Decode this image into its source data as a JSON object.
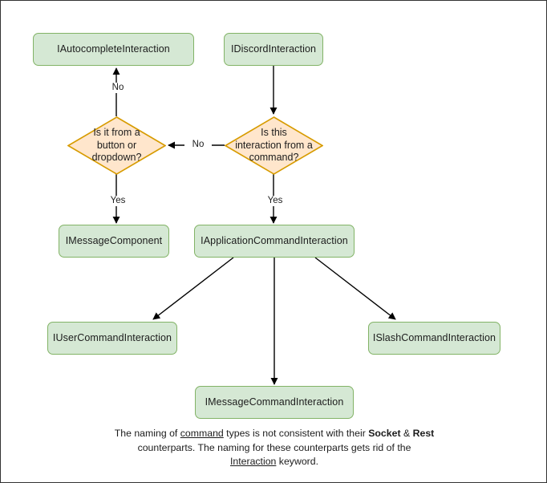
{
  "diagram": {
    "title": "Discord interaction type hierarchy flowchart",
    "colors": {
      "box_fill": "#d5e8d4",
      "box_stroke": "#82b366",
      "diamond_fill": "#ffe6cc",
      "diamond_stroke": "#d79b00",
      "edge_stroke": "#000000",
      "text": "#1c1c1c",
      "frame": "#333333",
      "background": "#ffffff"
    },
    "nodes": [
      {
        "id": "autocomplete",
        "shape": "box",
        "label": "IAutocompleteInteraction"
      },
      {
        "id": "discord",
        "shape": "box",
        "label": "IDiscordInteraction"
      },
      {
        "id": "button_or_dropdown",
        "shape": "diamond",
        "label": "Is it from a\nbutton or\ndropdown?"
      },
      {
        "id": "from_command",
        "shape": "diamond",
        "label": "Is this\ninteraction from a\ncommand?"
      },
      {
        "id": "message_component",
        "shape": "box",
        "label": "IMessageComponent"
      },
      {
        "id": "application_command",
        "shape": "box",
        "label": "IApplicationCommandInteraction"
      },
      {
        "id": "user_command",
        "shape": "box",
        "label": "IUserCommandInteraction"
      },
      {
        "id": "slash_command",
        "shape": "box",
        "label": "ISlashCommandInteraction"
      },
      {
        "id": "message_command",
        "shape": "box",
        "label": "IMessageCommandInteraction"
      }
    ],
    "edges": [
      {
        "from": "discord",
        "to": "from_command",
        "label": ""
      },
      {
        "from": "from_command",
        "to": "button_or_dropdown",
        "label": "No"
      },
      {
        "from": "button_or_dropdown",
        "to": "autocomplete",
        "label": "No"
      },
      {
        "from": "button_or_dropdown",
        "to": "message_component",
        "label": "Yes"
      },
      {
        "from": "from_command",
        "to": "application_command",
        "label": "Yes"
      },
      {
        "from": "application_command",
        "to": "user_command",
        "label": ""
      },
      {
        "from": "application_command",
        "to": "message_command",
        "label": ""
      },
      {
        "from": "application_command",
        "to": "slash_command",
        "label": ""
      }
    ],
    "edge_labels": {
      "no_to_autocomplete": "No",
      "no_between_diamonds": "No",
      "yes_to_message_component": "Yes",
      "yes_to_application_command": "Yes"
    },
    "caption": {
      "line1_part1": "The naming of ",
      "line1_underline": "command",
      "line1_part2": " types is not consistent with their",
      "line2_bold1": "Socket",
      "line2_amp": " & ",
      "line2_bold2": "Rest",
      "line2_rest": " counterparts. The naming for these",
      "line3_part1": "counterparts gets rid of the ",
      "line3_underline": "Interaction",
      "line3_part2": " keyword."
    }
  }
}
